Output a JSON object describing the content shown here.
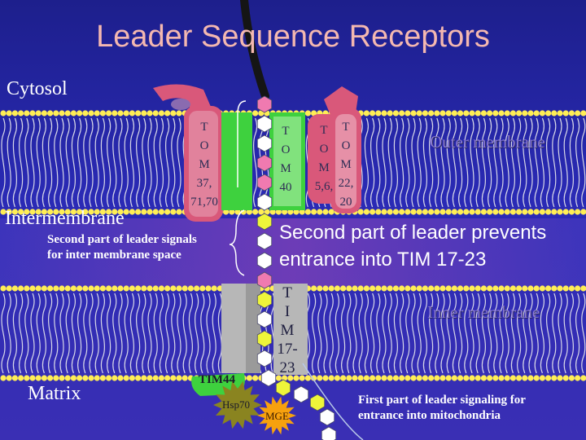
{
  "title": "Leader Sequence Receptors",
  "regions": {
    "cytosol": "Cytosol",
    "intermembrane": "Intermembrane",
    "matrix": "Matrix"
  },
  "membranes": {
    "outer": "Outer membrane",
    "inner": "Inner membrane"
  },
  "proteins": {
    "tom37_70": [
      "T",
      "O",
      "M",
      "37,",
      "71,70"
    ],
    "tom40": [
      "T",
      "O",
      "M",
      "40"
    ],
    "tom5_6": [
      "T",
      "O",
      "M",
      "5,6,"
    ],
    "tom22_20": [
      "T",
      "O",
      "M",
      "22,",
      "20"
    ],
    "tim17_23": [
      "T",
      "I",
      "M",
      "17-",
      "23"
    ],
    "tim44": "TIM44",
    "hsp70": "Hsp70",
    "mge": "MGE"
  },
  "annotations": {
    "second_part_signals": [
      "Second part of leader signals",
      "for inter membrane space"
    ],
    "second_part_prevents": [
      "Second part of leader prevents",
      "entrance into TIM 17-23"
    ],
    "first_part": [
      "First part of leader signaling for",
      "entrance into mitochondria"
    ]
  },
  "colors": {
    "background": "#2323a8",
    "lipid_head": "#ffee55",
    "tom_green": "#3ed13e",
    "receptor_pink": "#d9587a",
    "tim_gray": "#b7b7b7",
    "chain_pink": "#f07ab0",
    "chain_yellow": "#eef53a",
    "chain_white": "#ffffff",
    "hsp70_olive": "#8a8420",
    "mge_orange": "#f7a10e"
  }
}
